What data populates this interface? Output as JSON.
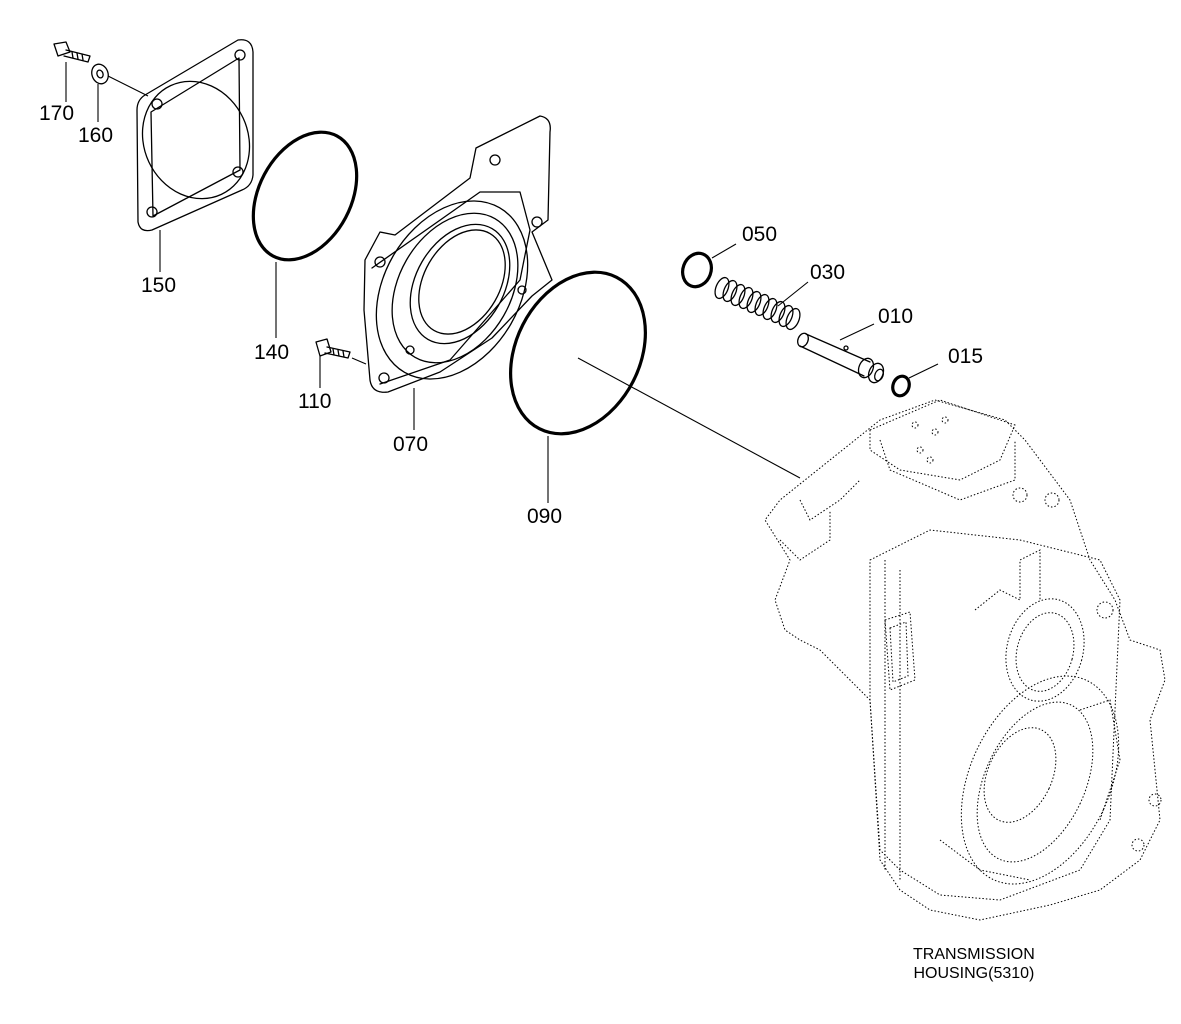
{
  "labels": {
    "p170": "170",
    "p160": "160",
    "p150": "150",
    "p140": "140",
    "p110": "110",
    "p070": "070",
    "p090": "090",
    "p050": "050",
    "p030": "030",
    "p010": "010",
    "p015": "015"
  },
  "caption": {
    "line1": "TRANSMISSION",
    "line2": "HOUSING(5310)"
  }
}
